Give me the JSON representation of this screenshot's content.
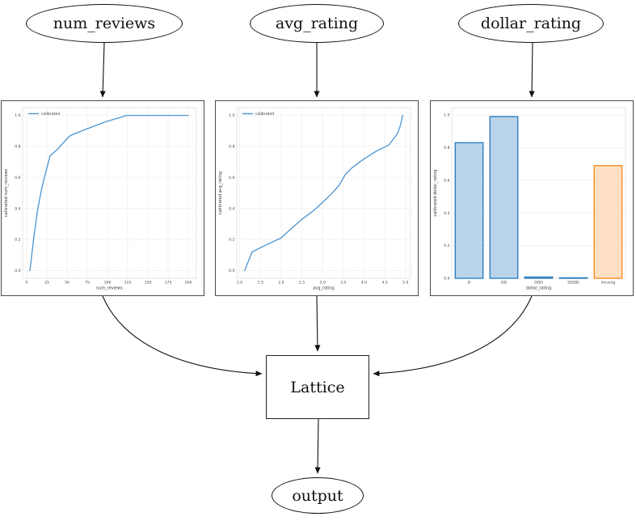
{
  "diagram": {
    "nodes": [
      {
        "id": "num_reviews",
        "label": "num_reviews"
      },
      {
        "id": "avg_rating",
        "label": "avg_rating"
      },
      {
        "id": "dollar_rating",
        "label": "dollar_rating"
      },
      {
        "id": "lattice",
        "label": "Lattice"
      },
      {
        "id": "output",
        "label": "output"
      }
    ]
  },
  "colors": {
    "edge": "#111111",
    "line_blue": "#4a94d2",
    "bar_blue_fill": "#b9d4ea",
    "bar_blue_stroke": "#2e7ebc",
    "bar_orange_fill": "#fde0c3",
    "bar_orange_stroke": "#ff8c26",
    "grid": "#f1f1f1",
    "axes_border": "#dedede",
    "tick_text": "#444444",
    "label_text": "#333333"
  },
  "chart_data": [
    {
      "id": "num_reviews_calibrator",
      "type": "line",
      "title": "",
      "xlabel": "num_reviews",
      "ylabel": "calibrated num_reviews",
      "legend": [
        "calibrated"
      ],
      "legend_position": "upper left",
      "grid": true,
      "xlim": [
        -5,
        210
      ],
      "ylim": [
        -0.05,
        1.05
      ],
      "xticks": [
        0,
        25,
        50,
        75,
        100,
        125,
        150,
        175,
        200
      ],
      "xtick_labels": [
        "0",
        "25",
        "50",
        "75",
        "100",
        "125",
        "150",
        "175",
        "200"
      ],
      "yticks": [
        0.0,
        0.2,
        0.4,
        0.6,
        0.8,
        1.0
      ],
      "ytick_labels": [
        "0.0",
        "0.2",
        "0.4",
        "0.6",
        "0.8",
        "1.0"
      ],
      "x": [
        4,
        9,
        13.5,
        19,
        24,
        29,
        38,
        50,
        54,
        73,
        100,
        117,
        123,
        200
      ],
      "y": [
        0.0,
        0.22,
        0.39,
        0.54,
        0.64,
        0.74,
        0.78,
        0.85,
        0.87,
        0.91,
        0.963,
        0.988,
        1.0,
        1.0
      ],
      "line_color": "#4a94d2"
    },
    {
      "id": "avg_rating_calibrator",
      "type": "line",
      "title": "",
      "xlabel": "avg_rating",
      "ylabel": "calibrated avg_rating",
      "legend": [
        "calibrated"
      ],
      "legend_position": "upper left",
      "grid": true,
      "xlim": [
        0.93,
        5.12
      ],
      "ylim": [
        -0.05,
        1.05
      ],
      "xticks": [
        1.0,
        1.5,
        2.0,
        2.5,
        3.0,
        3.5,
        4.0,
        4.5,
        5.0
      ],
      "xtick_labels": [
        "1.0",
        "1.5",
        "2.0",
        "2.5",
        "3.0",
        "3.5",
        "4.0",
        "4.5",
        "5.0"
      ],
      "yticks": [
        0.0,
        0.2,
        0.4,
        0.6,
        0.8,
        1.0
      ],
      "ytick_labels": [
        "0.0",
        "0.2",
        "0.4",
        "0.6",
        "0.8",
        "1.0"
      ],
      "x": [
        1.12,
        1.3,
        1.6,
        2.0,
        2.2,
        2.5,
        2.8,
        3.0,
        3.2,
        3.4,
        3.55,
        3.7,
        4.0,
        4.3,
        4.6,
        4.8,
        4.87,
        4.93
      ],
      "y": [
        0.0,
        0.12,
        0.16,
        0.21,
        0.26,
        0.33,
        0.39,
        0.44,
        0.49,
        0.55,
        0.62,
        0.66,
        0.72,
        0.77,
        0.81,
        0.88,
        0.93,
        1.0
      ],
      "line_color": "#4a94d2"
    },
    {
      "id": "dollar_rating_calibrator",
      "type": "bar",
      "title": "",
      "xlabel": "dollar_rating",
      "ylabel": "calibrated dollar_rating",
      "grid": true,
      "ylim": [
        0,
        1.045
      ],
      "categories": [
        "D",
        "DD",
        "DDD",
        "DDDD",
        "missing"
      ],
      "values": [
        0.83,
        0.99,
        0.008,
        0.003,
        0.69
      ],
      "yticks": [
        0.0,
        0.2,
        0.4,
        0.6,
        0.8,
        1.0
      ],
      "ytick_labels": [
        "0.0",
        "0.2",
        "0.4",
        "0.6",
        "0.8",
        "1.0"
      ],
      "bar_fills": [
        "#b9d4ea",
        "#b9d4ea",
        "#b9d4ea",
        "#b9d4ea",
        "#fde0c3"
      ],
      "bar_strokes": [
        "#2e7ebc",
        "#2e7ebc",
        "#2e7ebc",
        "#2e7ebc",
        "#ff8c26"
      ]
    }
  ]
}
